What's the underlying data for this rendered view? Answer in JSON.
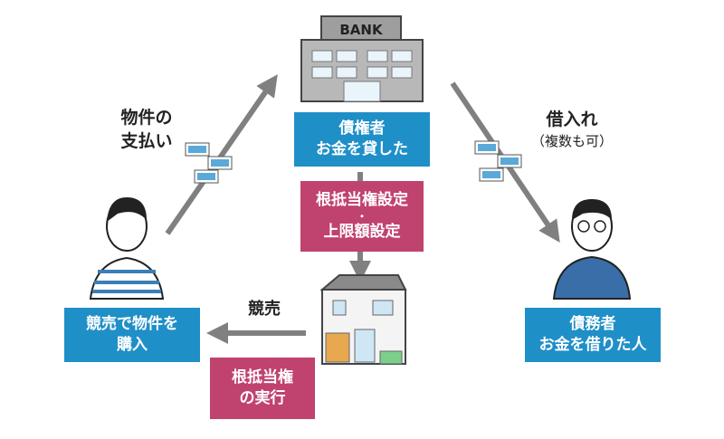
{
  "bank": {
    "sign": "BANK",
    "line1": "債権者",
    "line2": "お金を貸した"
  },
  "mortgage_setting": {
    "line1": "根抵当権設定",
    "dot": "・",
    "line2": "上限額設定"
  },
  "payment_label": {
    "line1": "物件の",
    "line2": "支払い"
  },
  "borrow_label": {
    "line1": "借入れ",
    "line2": "（複数も可）"
  },
  "auction_label": "競売",
  "buyer_box": {
    "line1": "競売で物件を",
    "line2": "購入"
  },
  "debtor_box": {
    "line1": "債務者",
    "line2": "お金を借りた人"
  },
  "execution_box": {
    "line1": "根抵当権",
    "line2": "の実行"
  },
  "colors": {
    "blue": "#1f8fc8",
    "pink": "#c0426f",
    "arrow": "#808080"
  }
}
